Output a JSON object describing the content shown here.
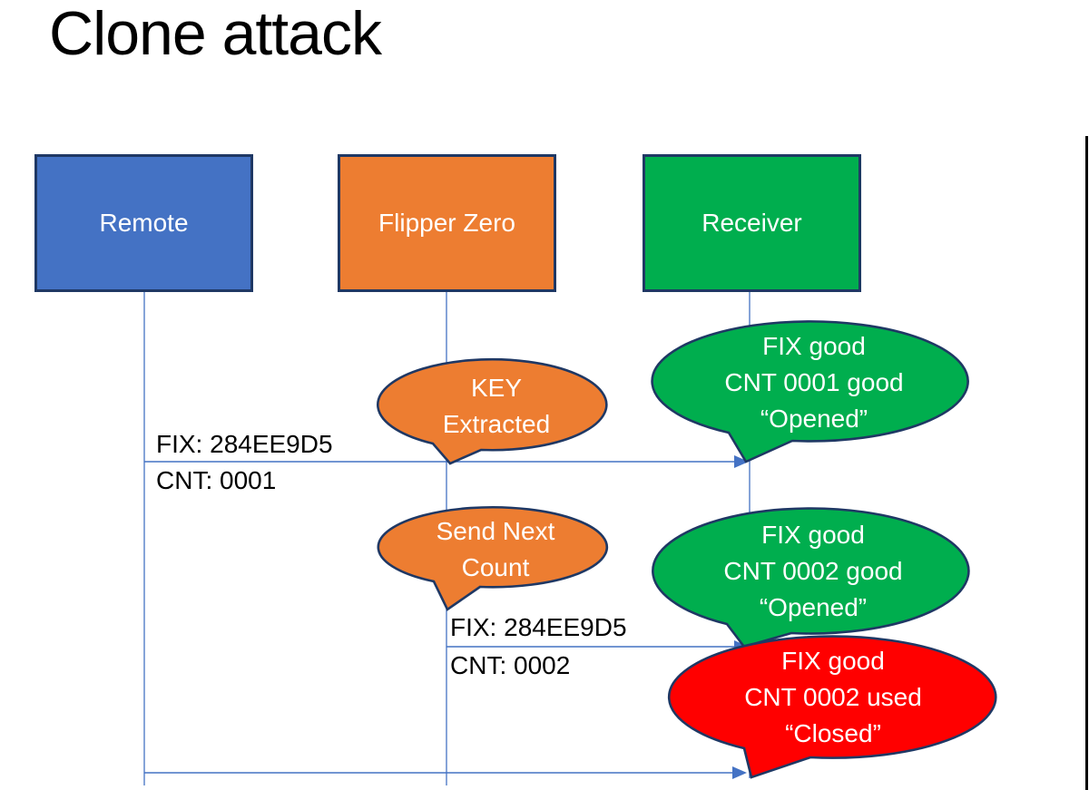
{
  "slide": {
    "title": "Clone attack"
  },
  "colors": {
    "actor_blue": "#4472C4",
    "actor_orange": "#ED7D31",
    "actor_green": "#00AE4E",
    "bubble_red": "#FF0000",
    "outline_navy": "#1F3864",
    "connector_blue": "#4472C4",
    "text_white": "#FFFFFF",
    "text_black": "#000000"
  },
  "actors": [
    {
      "label": "Remote"
    },
    {
      "label": "Flipper Zero"
    },
    {
      "label": "Receiver"
    }
  ],
  "messages": [
    {
      "line1": "FIX: 284EE9D5",
      "line2": "CNT: 0001"
    },
    {
      "line1": "FIX: 284EE9D5",
      "line2": "CNT: 0002"
    }
  ],
  "callouts": [
    {
      "owner": "flipper-zero",
      "lines": [
        "KEY",
        "Extracted"
      ]
    },
    {
      "owner": "receiver",
      "lines": [
        "FIX good",
        "CNT 0001 good",
        "“Opened”"
      ]
    },
    {
      "owner": "flipper-zero",
      "lines": [
        "Send Next",
        "Count"
      ]
    },
    {
      "owner": "receiver",
      "lines": [
        "FIX good",
        "CNT 0002 good",
        "“Opened”"
      ]
    },
    {
      "owner": "receiver",
      "lines": [
        "FIX good",
        "CNT 0002 used",
        "“Closed”"
      ]
    }
  ]
}
